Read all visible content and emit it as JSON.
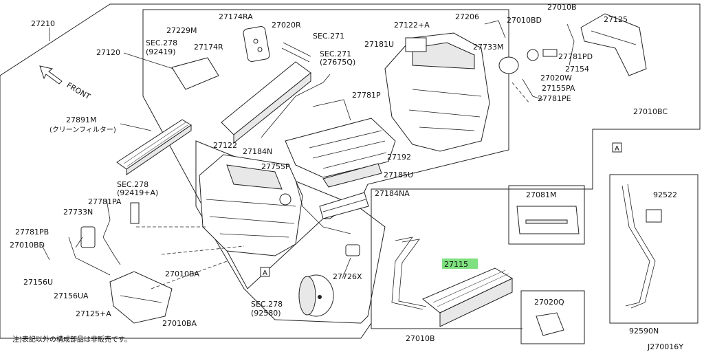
{
  "labels": {
    "l27210": "27210",
    "l27120": "27120",
    "l27229M": "27229M",
    "l27174RA": "27174RA",
    "l27020R": "27020R",
    "lsec271a": "SEC.271",
    "lsec278a": "SEC.278",
    "lsec278a2": "(92419)",
    "l27174R": "27174R",
    "lsec271b": "SEC.271",
    "lsec271b2": "(27675Q)",
    "l27181U": "27181U",
    "l27122A": "27122+A",
    "l27206": "27206",
    "l27010BD": "27010BD",
    "l27010B_top": "27010B",
    "l27125": "27125",
    "l27733M_top": "27733M",
    "l27781PD": "27781PD",
    "l27154": "27154",
    "l27020W": "27020W",
    "l27155PA": "27155PA",
    "l27781PE": "27781PE",
    "l27010BC": "27010BC",
    "lfront": "FRONT",
    "l27891M": "27891M",
    "l27891Msub": "(クリーンフィルター)",
    "l27781P": "27781P",
    "l27122": "27122",
    "l27184N": "27184N",
    "l27192": "27192",
    "l27755P": "27755P",
    "l27185U": "27185U",
    "l27184NA": "27184NA",
    "lsec278b": "SEC.278",
    "lsec278b2": "(92419+A)",
    "l27781PA": "27781PA",
    "l27733N": "27733N",
    "l27781PB": "27781PB",
    "l27010BD_left": "27010BD",
    "l27156U": "27156U",
    "l27156UA": "27156UA",
    "l27125A": "27125+A",
    "l27010BA_mid": "27010BA",
    "l27010BA_bot": "27010BA",
    "lA_main": "A",
    "l27726X": "27726X",
    "lsec278c": "SEC.278",
    "lsec278c2": "(92580)",
    "l27115": "27115",
    "l27010B_bot": "27010B",
    "l27081M": "27081M",
    "l27020Q": "27020Q",
    "lA_right": "A",
    "l92522": "92522",
    "l92590N": "92590N",
    "note": "注)表記以外の構成部品は非販売です。",
    "code": "J270016Y"
  },
  "highlight_color": "#7ee07e"
}
